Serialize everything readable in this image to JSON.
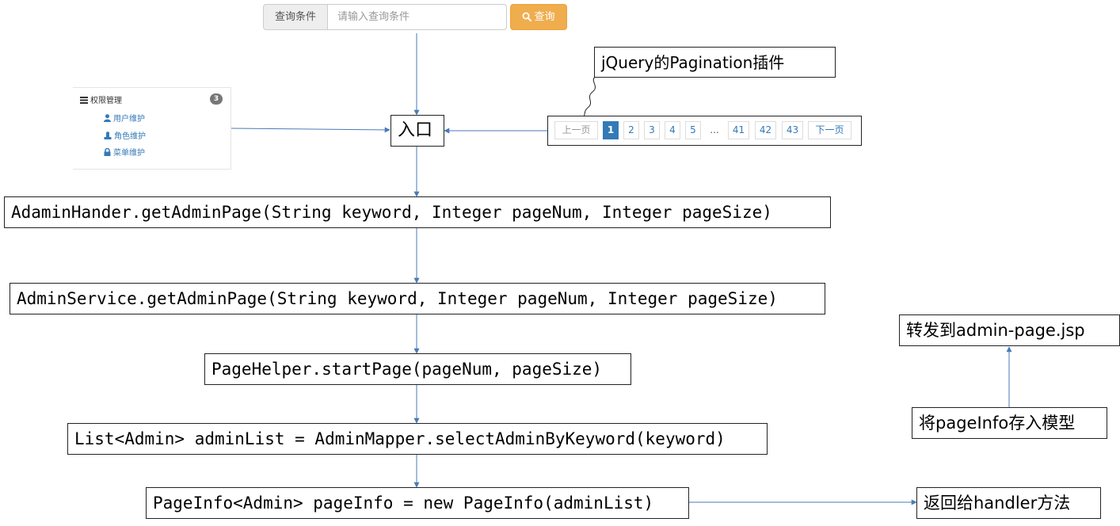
{
  "search": {
    "addon_label": "查询条件",
    "placeholder": "请输入查询条件",
    "button_label": "查询"
  },
  "sidebar": {
    "title": "权限管理",
    "badge": "3",
    "items": [
      {
        "label": "用户维护",
        "icon": "user-icon"
      },
      {
        "label": "角色维护",
        "icon": "role-icon"
      },
      {
        "label": "菜单维护",
        "icon": "lock-icon"
      }
    ]
  },
  "pagination": {
    "prev": "上一页",
    "pages": [
      "1",
      "2",
      "3",
      "4",
      "5"
    ],
    "ellipsis": "...",
    "tail_pages": [
      "41",
      "42",
      "43"
    ],
    "next": "下一页",
    "active_page": "1"
  },
  "nodes": {
    "entry": "入口",
    "plugin_label": "jQuery的Pagination插件",
    "handler": "AdaminHander.getAdminPage(String keyword, Integer pageNum, Integer pageSize)",
    "service": "AdminService.getAdminPage(String keyword, Integer pageNum, Integer pageSize)",
    "page_helper": "PageHelper.startPage(pageNum, pageSize)",
    "mapper": "List<Admin> adminList = AdminMapper.selectAdminByKeyword(keyword)",
    "page_info": "PageInfo<Admin> pageInfo = new PageInfo(adminList)",
    "return_handler": "返回给handler方法",
    "store_model": "将pageInfo存入模型",
    "forward": "转发到admin-page.jsp"
  },
  "colors": {
    "arrow": "#4a7ab8",
    "warning_button": "#f0ad4e",
    "primary": "#337ab7"
  }
}
